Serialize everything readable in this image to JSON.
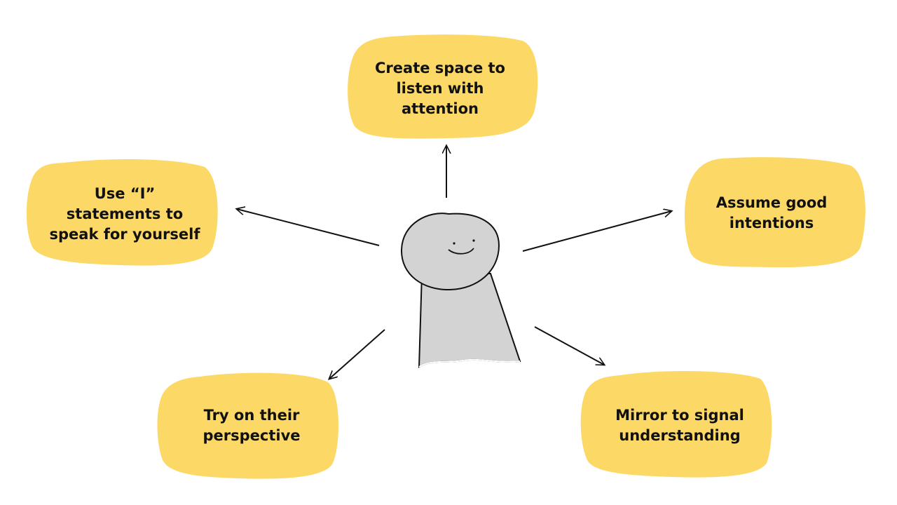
{
  "bubbles": {
    "top": {
      "label": "Create space to\nlisten with\nattention"
    },
    "right": {
      "label": "Assume good\nintentions"
    },
    "bottom_right": {
      "label": "Mirror to signal\nunderstanding"
    },
    "bottom_left": {
      "label": "Try on their\nperspective"
    },
    "left": {
      "label": "Use “I”\nstatements to\nspeak for yourself"
    }
  },
  "colors": {
    "bubble_fill": "#fcd866",
    "figure_fill": "#d3d3d3",
    "stroke": "#111111"
  }
}
